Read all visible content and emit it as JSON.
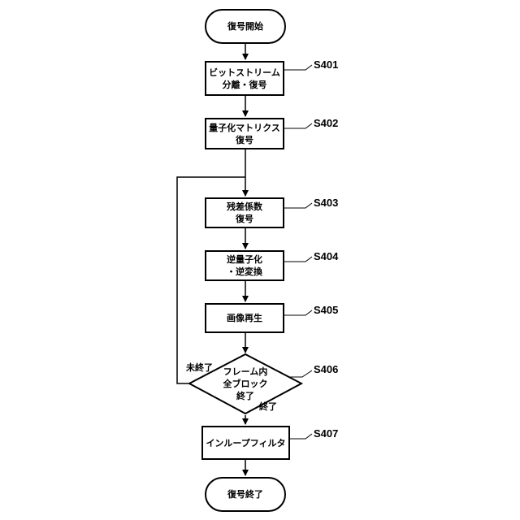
{
  "nodes": {
    "start": "復号開始",
    "s401": "ビットストリーム\n分離・復号",
    "s402": "量子化マトリクス\n復号",
    "s403": "残差係数\n復号",
    "s404": "逆量子化\n・逆変換",
    "s405": "画像再生",
    "s406": "フレーム内\n全ブロック\n終了",
    "s407": "インループフィルタ",
    "end": "復号終了"
  },
  "step_labels": {
    "s401": "S401",
    "s402": "S402",
    "s403": "S403",
    "s404": "S404",
    "s405": "S405",
    "s406": "S406",
    "s407": "S407"
  },
  "edge_labels": {
    "not_done": "未終了",
    "done": "終了"
  }
}
